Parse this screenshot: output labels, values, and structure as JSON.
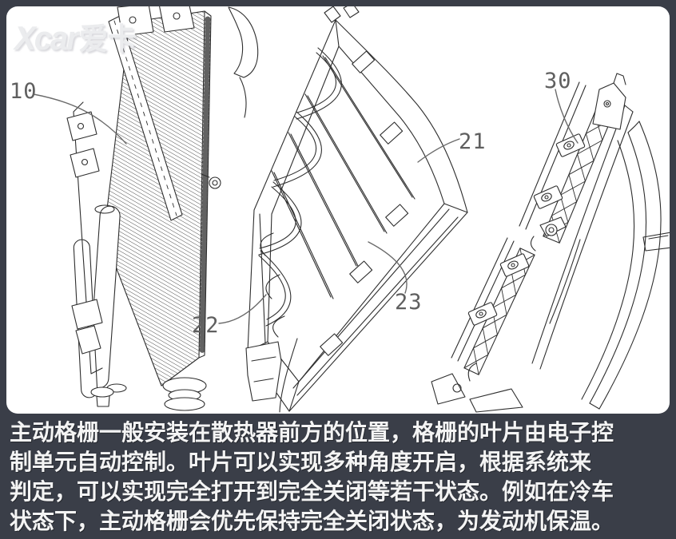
{
  "watermark": {
    "latin": "Xcar",
    "cn": "爱卡"
  },
  "figure": {
    "part_labels": [
      {
        "part": "radiator-assembly",
        "number": "10"
      },
      {
        "part": "shutter-frame",
        "number": "21"
      },
      {
        "part": "housing-left-wall",
        "number": "22"
      },
      {
        "part": "housing-bottom-rail",
        "number": "23"
      },
      {
        "part": "shutter-blade-bracket",
        "number": "30"
      }
    ]
  },
  "caption": {
    "lines": [
      "主动格栅一般安装在散热器前方的位置，格栅的叶片由电子控",
      "制单元自动控制。叶片可以实现多种角度开启，根据系统来",
      "判定，可以实现完全打开到完全关闭等若干状态。例如在冷车",
      "状态下，主动格栅会优先保持完全关闭状态，为发动机保温。"
    ]
  },
  "colors": {
    "frame_background": "#3a3e48",
    "panel": "#ffffff",
    "drawing_line": "#2e2e2e",
    "label_text": "#5f5f5f",
    "leader_line": "#6b6b6b",
    "caption_text": "#f4f4f4",
    "watermark": "#ebecee"
  }
}
